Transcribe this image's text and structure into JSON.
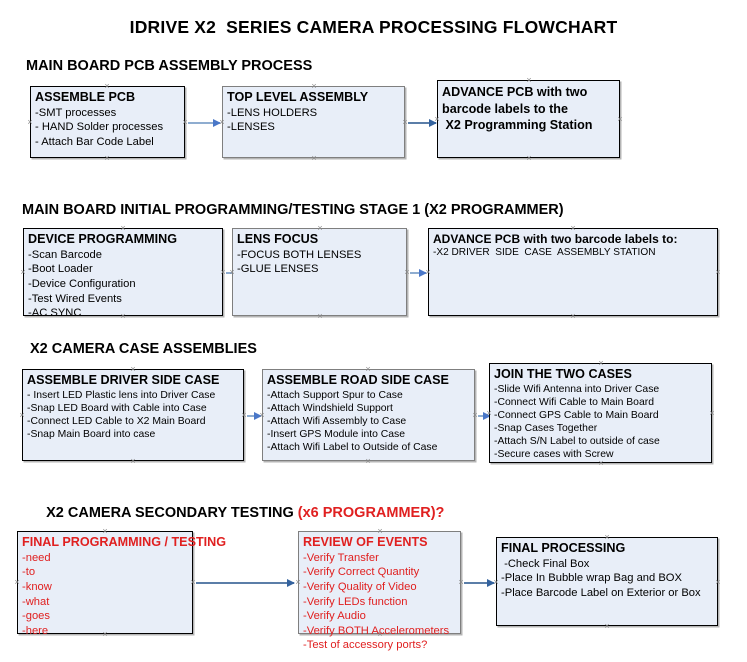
{
  "document": {
    "title": "IDRIVE X2  SERIES CAMERA PROCESSING FLOWCHART",
    "accent_color": "#e02020",
    "node_fill": "#e8eef8",
    "connector_color": "#8fadd0"
  },
  "sections": [
    {
      "id": "main-board-pcb-assembly",
      "heading": "MAIN BOARD PCB ASSEMBLY PROCESS",
      "heading_accent": "",
      "nodes": [
        {
          "id": "assemble-pcb",
          "title": "ASSEMBLE PCB",
          "lines": [
            "-SMT processes",
            "- HAND Solder processes",
            "- Attach Bar Code Label"
          ]
        },
        {
          "id": "top-level-assembly",
          "title": "TOP LEVEL ASSEMBLY",
          "lines": [
            "-LENS HOLDERS",
            "-LENSES"
          ]
        },
        {
          "id": "advance-pcb-programming-station",
          "title": "ADVANCE PCB with two\nbarcode labels to the\n X2 Programming Station",
          "lines": []
        }
      ]
    },
    {
      "id": "main-board-initial-programming",
      "heading": "MAIN BOARD INITIAL PROGRAMMING/TESTING STAGE 1 (X2 PROGRAMMER)",
      "heading_accent": "",
      "nodes": [
        {
          "id": "device-programming",
          "title": "DEVICE PROGRAMMING",
          "lines": [
            "-Scan Barcode",
            "-Boot Loader",
            "-Device Configuration",
            "-Test Wired Events",
            "-AC SYNC"
          ]
        },
        {
          "id": "lens-focus",
          "title": "LENS FOCUS",
          "lines": [
            "-FOCUS BOTH LENSES",
            "-GLUE LENSES"
          ]
        },
        {
          "id": "advance-pcb-driver-side-case",
          "title": "ADVANCE PCB with two barcode labels to:",
          "lines": [
            "-X2 DRIVER  SIDE  CASE  ASSEMBLY STATION"
          ]
        }
      ]
    },
    {
      "id": "x2-camera-case-assemblies",
      "heading": "X2 CAMERA CASE ASSEMBLIES",
      "heading_accent": "",
      "nodes": [
        {
          "id": "assemble-driver-side-case",
          "title": "ASSEMBLE DRIVER SIDE CASE",
          "lines": [
            "- Insert LED Plastic lens into Driver Case",
            "-Snap LED Board with Cable into Case",
            "-Connect LED Cable to X2 Main Board",
            "-Snap Main Board into case"
          ]
        },
        {
          "id": "assemble-road-side-case",
          "title": "ASSEMBLE ROAD SIDE CASE",
          "lines": [
            "-Attach Support Spur to Case",
            "-Attach Windshield Support",
            "-Attach Wifi Assembly to Case",
            "-Insert GPS Module into Case",
            "-Attach Wifi Label to Outside of Case"
          ]
        },
        {
          "id": "join-the-two-cases",
          "title": "JOIN THE TWO CASES",
          "lines": [
            "-Slide Wifi Antenna into Driver Case",
            "-Connect Wifi Cable to Main Board",
            "-Connect GPS Cable to Main Board",
            "-Snap Cases Together",
            "-Attach S/N Label to outside of case",
            "-Secure cases with Screw"
          ]
        }
      ]
    },
    {
      "id": "x2-camera-secondary-testing",
      "heading": "X2 CAMERA SECONDARY TESTING ",
      "heading_accent": "(x6 PROGRAMMER)?",
      "nodes": [
        {
          "id": "final-programming-testing",
          "title": "FINAL PROGRAMMING / TESTING",
          "lines": [
            "-need",
            "-to",
            "-know",
            "-what",
            "-goes",
            "-here"
          ]
        },
        {
          "id": "review-of-events",
          "title": "REVIEW OF EVENTS",
          "lines": [
            "-Verify Transfer",
            "-Verify Correct Quantity",
            "-Verify Quality of Video",
            "-Verify LEDs function",
            "-Verify Audio",
            "-Verify BOTH Accelerometers",
            "-Test of accessory ports?"
          ]
        },
        {
          "id": "final-processing",
          "title": "FINAL PROCESSING",
          "lines": [
            " -Check Final Box",
            "-Place In Bubble wrap Bag and BOX",
            "-Place Barcode Label on Exterior or Box"
          ]
        }
      ]
    }
  ]
}
